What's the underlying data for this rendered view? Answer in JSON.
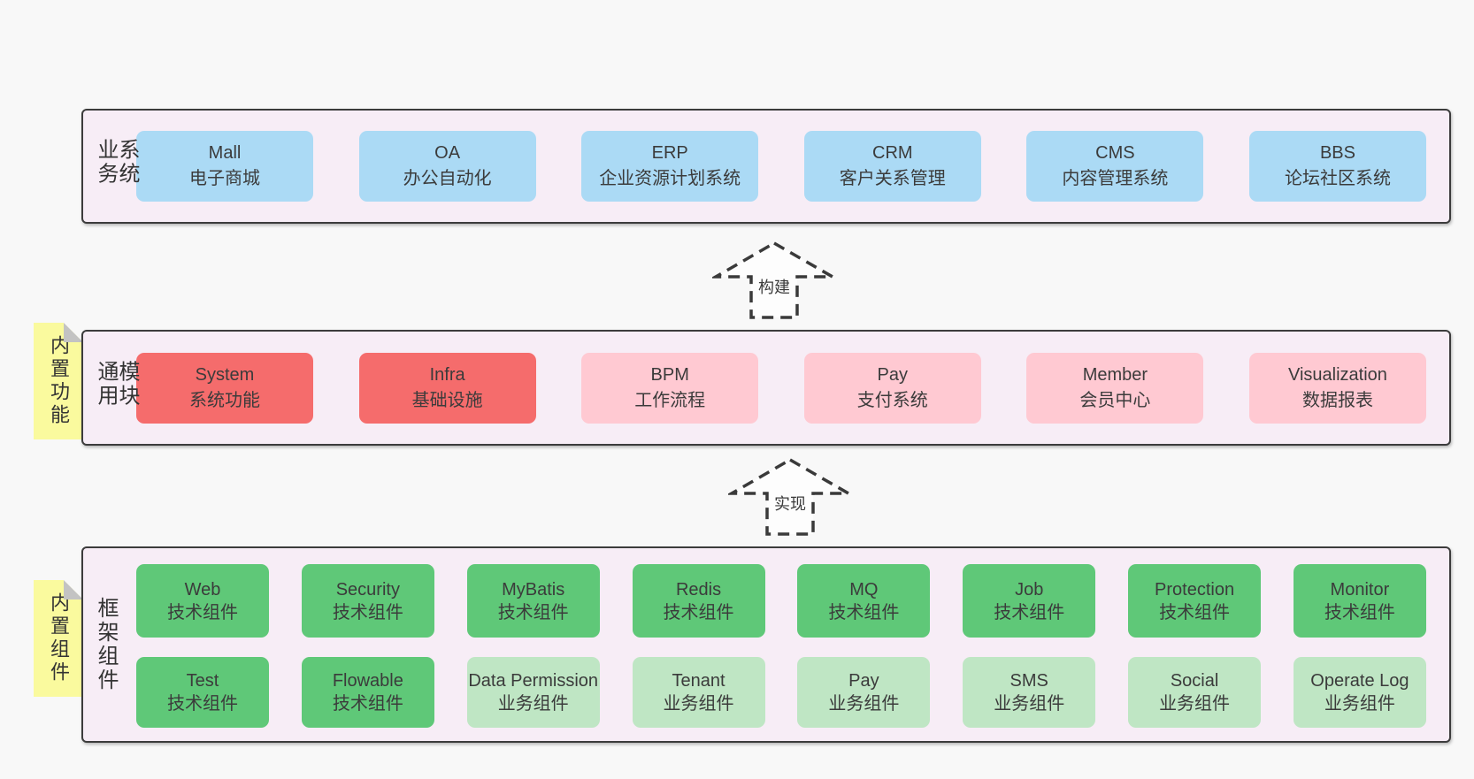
{
  "colors": {
    "page_bg": "#f8f8f8",
    "panel_bg": "#f7edf6",
    "panel_border": "#3c3c3c",
    "blue_box": "#abdaf5",
    "red_box": "#f56c6c",
    "pink_box": "#ffc9d2",
    "green_box": "#5fc878",
    "lightgreen_box": "#bfe6c4",
    "tag_yellow": "#fafa9e",
    "tag_fold_gray": "#c3c3c3",
    "text": "#3b3b3b"
  },
  "arrows": {
    "build": {
      "label": "构建"
    },
    "implement": {
      "label": "实现"
    }
  },
  "layers": {
    "business": {
      "label": "业务系统",
      "boxes": [
        {
          "title": "Mall",
          "subtitle": "电子商城",
          "variant": "blue"
        },
        {
          "title": "OA",
          "subtitle": "办公自动化",
          "variant": "blue"
        },
        {
          "title": "ERP",
          "subtitle": "企业资源计划系统",
          "variant": "blue"
        },
        {
          "title": "CRM",
          "subtitle": "客户关系管理",
          "variant": "blue"
        },
        {
          "title": "CMS",
          "subtitle": "内容管理系统",
          "variant": "blue"
        },
        {
          "title": "BBS",
          "subtitle": "论坛社区系统",
          "variant": "blue"
        }
      ]
    },
    "modules": {
      "label": "通用模块",
      "tag": "内置功能",
      "boxes": [
        {
          "title": "System",
          "subtitle": "系统功能",
          "variant": "red"
        },
        {
          "title": "Infra",
          "subtitle": "基础设施",
          "variant": "red"
        },
        {
          "title": "BPM",
          "subtitle": "工作流程",
          "variant": "pink"
        },
        {
          "title": "Pay",
          "subtitle": "支付系统",
          "variant": "pink"
        },
        {
          "title": "Member",
          "subtitle": "会员中心",
          "variant": "pink"
        },
        {
          "title": "Visualization",
          "subtitle": "数据报表",
          "variant": "pink"
        }
      ]
    },
    "components": {
      "label": "框架组件",
      "tag": "内置组件",
      "row1": [
        {
          "title": "Web",
          "subtitle": "技术组件",
          "variant": "green"
        },
        {
          "title": "Security",
          "subtitle": "技术组件",
          "variant": "green"
        },
        {
          "title": "MyBatis",
          "subtitle": "技术组件",
          "variant": "green"
        },
        {
          "title": "Redis",
          "subtitle": "技术组件",
          "variant": "green"
        },
        {
          "title": "MQ",
          "subtitle": "技术组件",
          "variant": "green"
        },
        {
          "title": "Job",
          "subtitle": "技术组件",
          "variant": "green"
        },
        {
          "title": "Protection",
          "subtitle": "技术组件",
          "variant": "green"
        },
        {
          "title": "Monitor",
          "subtitle": "技术组件",
          "variant": "green"
        }
      ],
      "row2": [
        {
          "title": "Test",
          "subtitle": "技术组件",
          "variant": "green"
        },
        {
          "title": "Flowable",
          "subtitle": "技术组件",
          "variant": "green"
        },
        {
          "title": "Data Permission",
          "subtitle": "业务组件",
          "variant": "lightgreen"
        },
        {
          "title": "Tenant",
          "subtitle": "业务组件",
          "variant": "lightgreen"
        },
        {
          "title": "Pay",
          "subtitle": "业务组件",
          "variant": "lightgreen"
        },
        {
          "title": "SMS",
          "subtitle": "业务组件",
          "variant": "lightgreen"
        },
        {
          "title": "Social",
          "subtitle": "业务组件",
          "variant": "lightgreen"
        },
        {
          "title": "Operate Log",
          "subtitle": "业务组件",
          "variant": "lightgreen"
        }
      ]
    }
  }
}
